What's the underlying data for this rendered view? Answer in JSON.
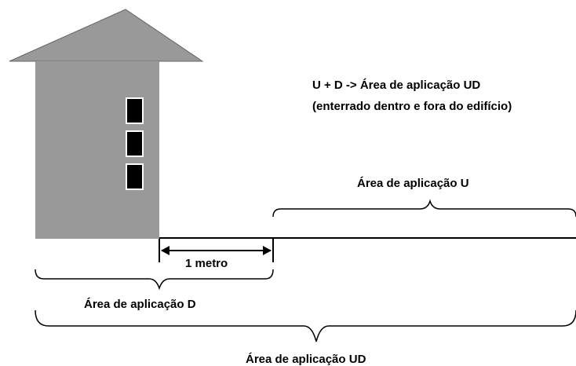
{
  "diagram": {
    "title_line1": "U + D -> Área de aplicação UD",
    "title_line2": "(enterrado dentro e fora do edifício)",
    "area_u_label": "Área de aplicação U",
    "distance_label": "1 metro",
    "area_d_label": "Área de aplicação D",
    "area_ud_label": "Área de aplicação UD"
  },
  "colors": {
    "building": "#999999",
    "building_outline": "#555555",
    "window": "#000000",
    "line": "#000000"
  }
}
